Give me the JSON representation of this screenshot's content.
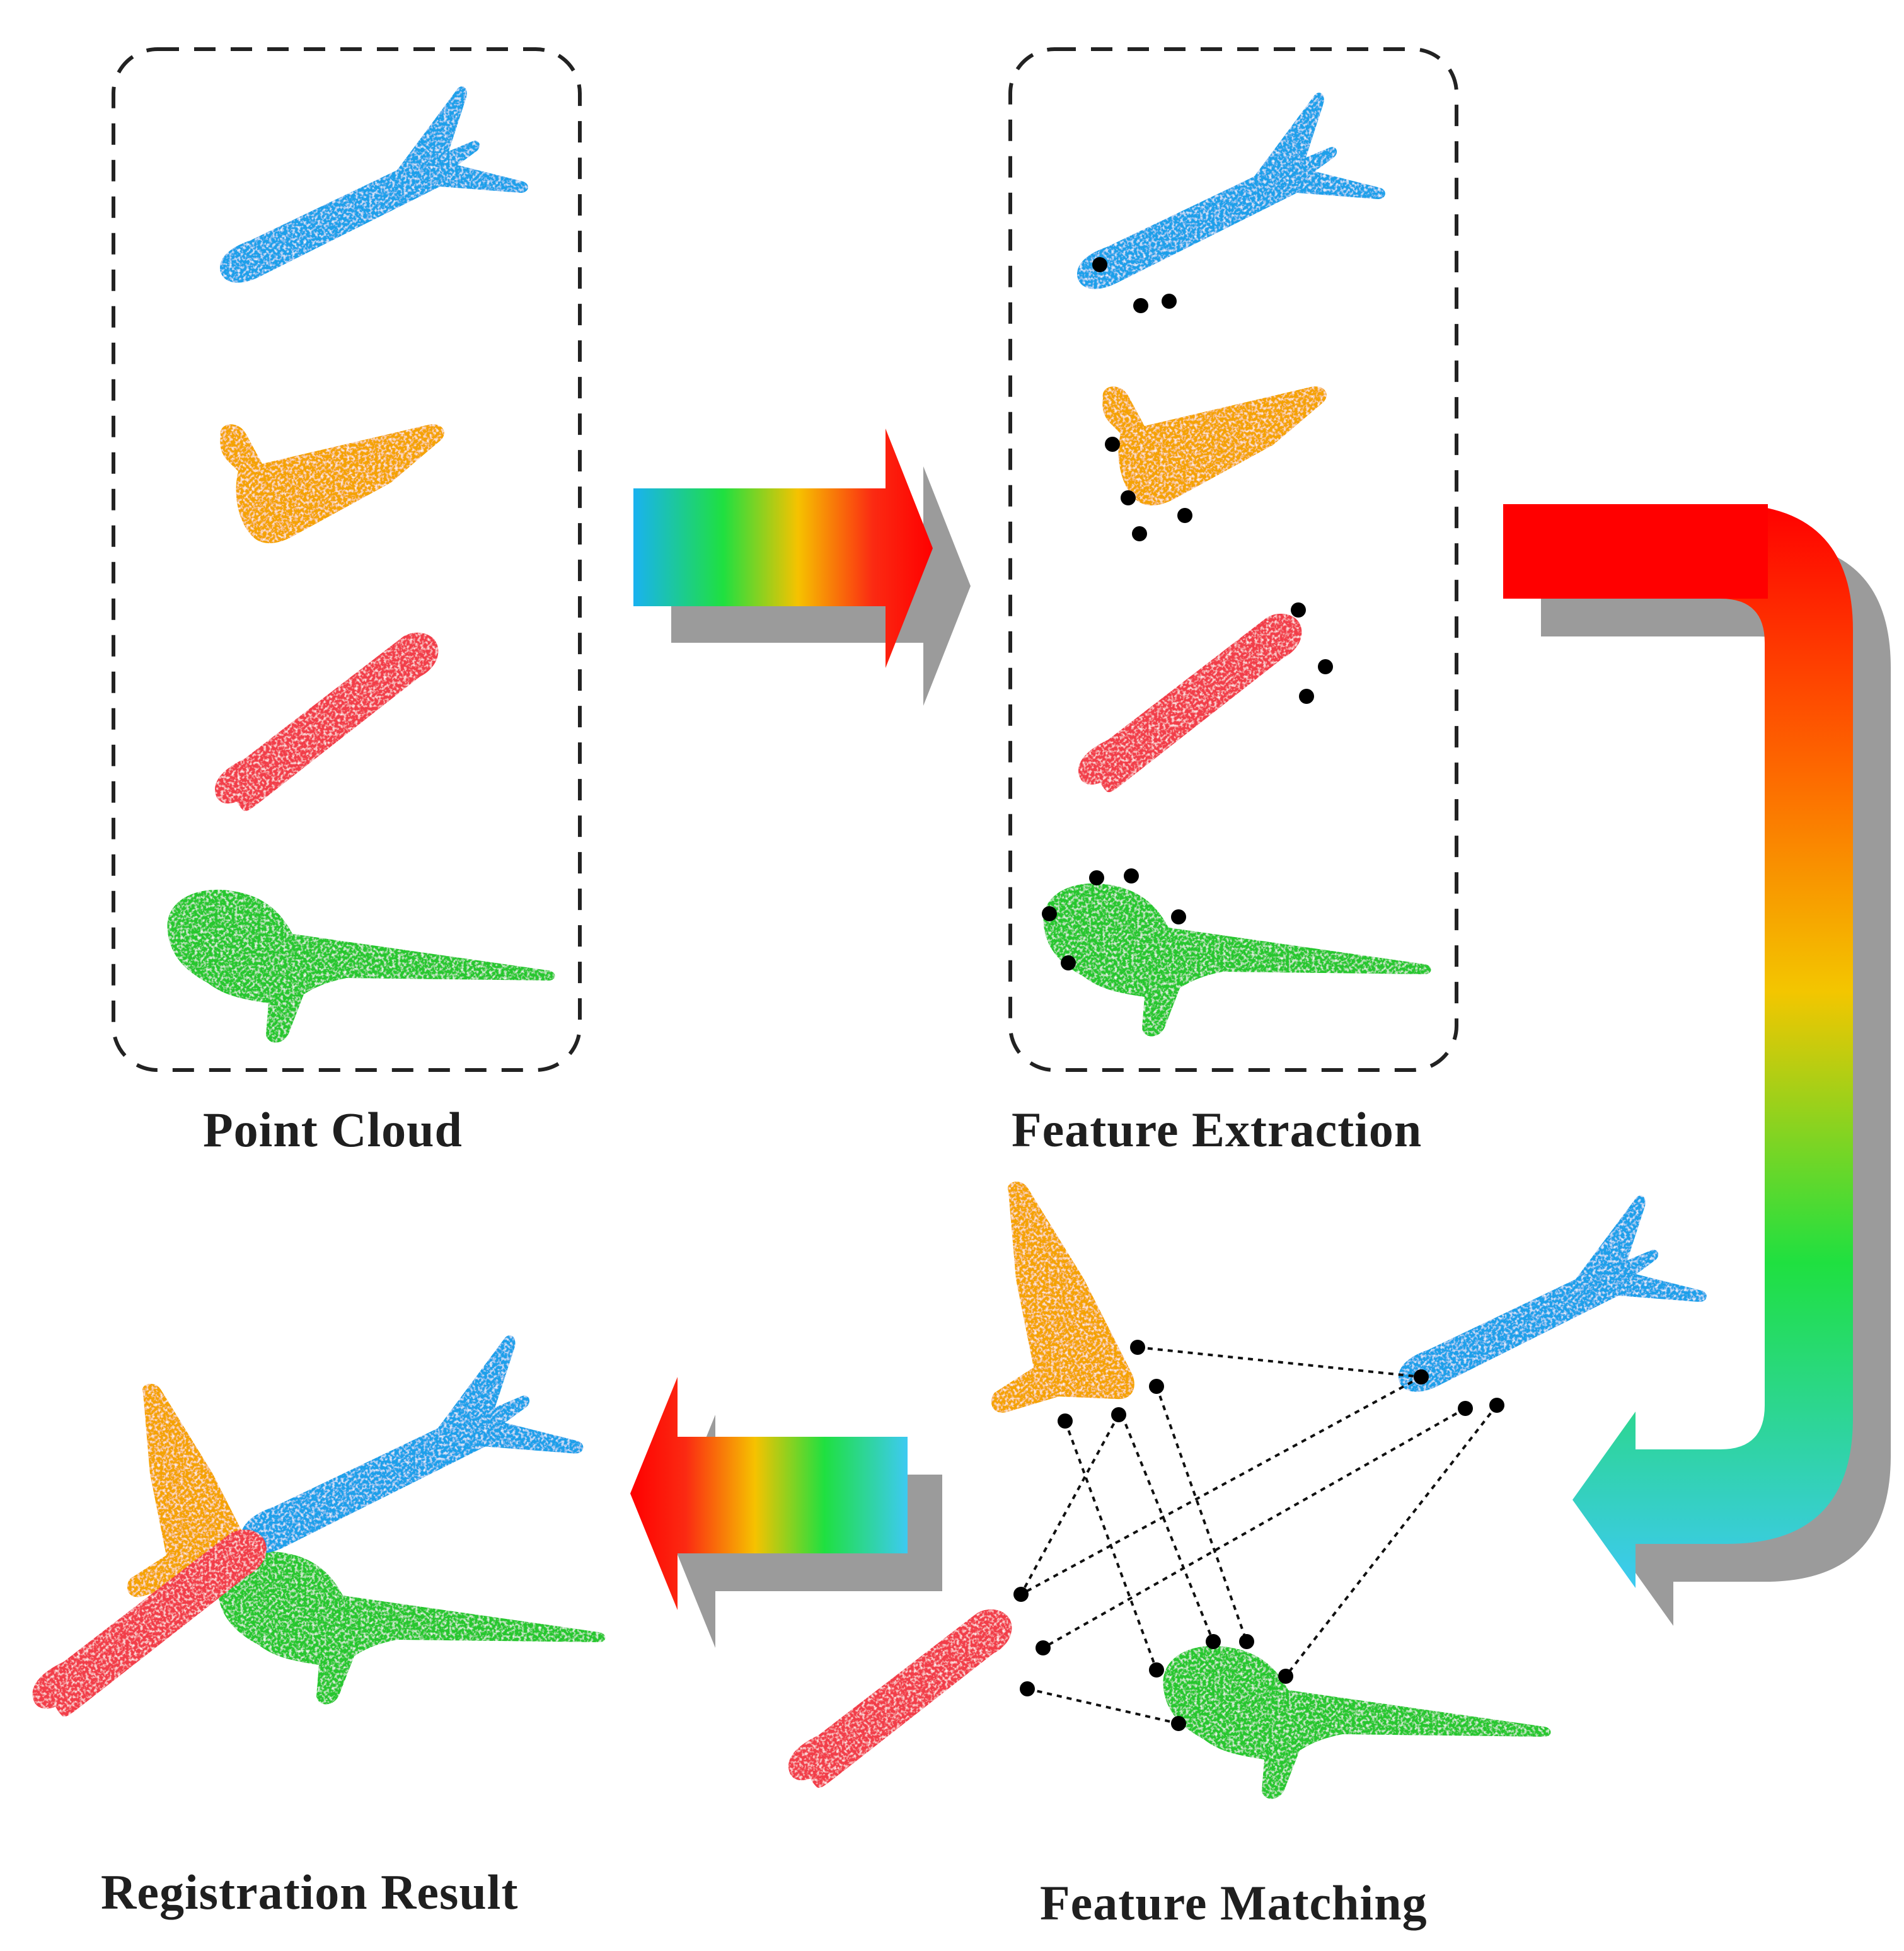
{
  "captions": {
    "point_cloud": "Point Cloud",
    "feature_extraction": "Feature Extraction",
    "feature_matching": "Feature Matching",
    "registration_result": "Registration Result"
  },
  "colors": {
    "blue": "#1fa0ea",
    "orange": "#f5a300",
    "red": "#f23d4a",
    "green": "#27c72f",
    "shadow": "#9b9b9b",
    "keypoint": "#000000"
  },
  "icons": {
    "airplane": "airplane-point-cloud-icon",
    "arrow": "gradient-arrow-icon",
    "keypoint": "keypoint-dot-icon"
  }
}
